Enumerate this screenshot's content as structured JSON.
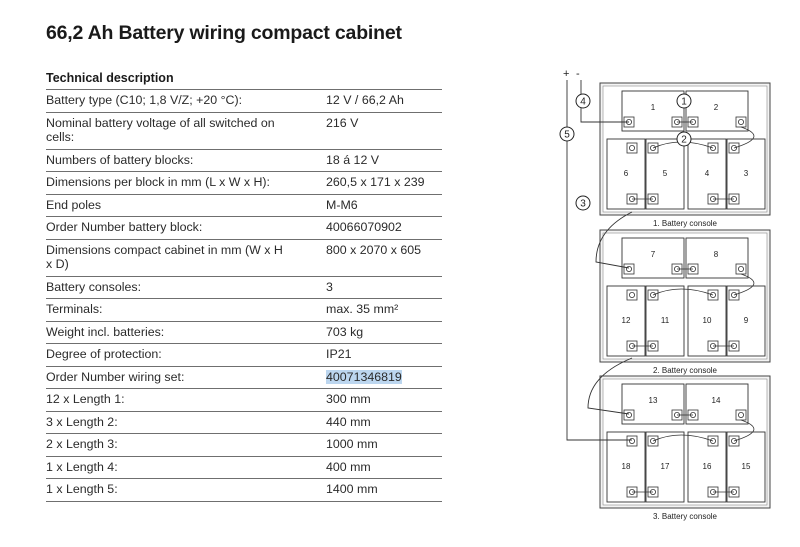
{
  "title": "66,2 Ah Battery wiring compact cabinet",
  "section": "Technical description",
  "specs": [
    {
      "label": "Battery type (C10; 1,8 V/Z; +20 °C):",
      "value": "12 V / 66,2 Ah"
    },
    {
      "label": "Nominal battery voltage of all switched on cells:",
      "value": "216 V"
    },
    {
      "label": "Numbers of battery blocks:",
      "value": "18 á 12 V"
    },
    {
      "label": "Dimensions per block in mm (L x W x H):",
      "value": "260,5 x 171 x 239"
    },
    {
      "label": "End poles",
      "value": "M-M6"
    },
    {
      "label": "Order Number battery block:",
      "value": "40066070902"
    },
    {
      "label": "Dimensions compact cabinet in mm (W x H x D)",
      "value": "800 x 2070 x 605"
    },
    {
      "label": "Battery consoles:",
      "value": "3"
    },
    {
      "label": "Terminals:",
      "value": "max. 35 mm²"
    },
    {
      "label": "Weight incl. batteries:",
      "value": "703 kg"
    },
    {
      "label": "Degree of protection:",
      "value": "IP21"
    },
    {
      "label": "Order Number wiring set:",
      "value": "40071346819"
    },
    {
      "label": "12 x Length 1:",
      "value": "300 mm"
    },
    {
      "label": "3 x Length 2:",
      "value": "440 mm"
    },
    {
      "label": "2 x Length 3:",
      "value": "1000 mm"
    },
    {
      "label": "1 x Length 4:",
      "value": "400 mm"
    },
    {
      "label": "1 x Length 5:",
      "value": "1400 mm"
    }
  ],
  "diagram": {
    "polarity_plus": "+",
    "polarity_minus": "-",
    "callouts": [
      "1",
      "2",
      "3",
      "4",
      "5"
    ],
    "consoles": [
      {
        "caption": "1. Battery console",
        "top": [
          "1",
          "2"
        ],
        "bottom": [
          "6",
          "5",
          "4",
          "3"
        ]
      },
      {
        "caption": "2. Battery console",
        "top": [
          "7",
          "8"
        ],
        "bottom": [
          "12",
          "11",
          "10",
          "9"
        ]
      },
      {
        "caption": "3. Battery console",
        "top": [
          "13",
          "14"
        ],
        "bottom": [
          "18",
          "17",
          "16",
          "15"
        ]
      }
    ]
  }
}
